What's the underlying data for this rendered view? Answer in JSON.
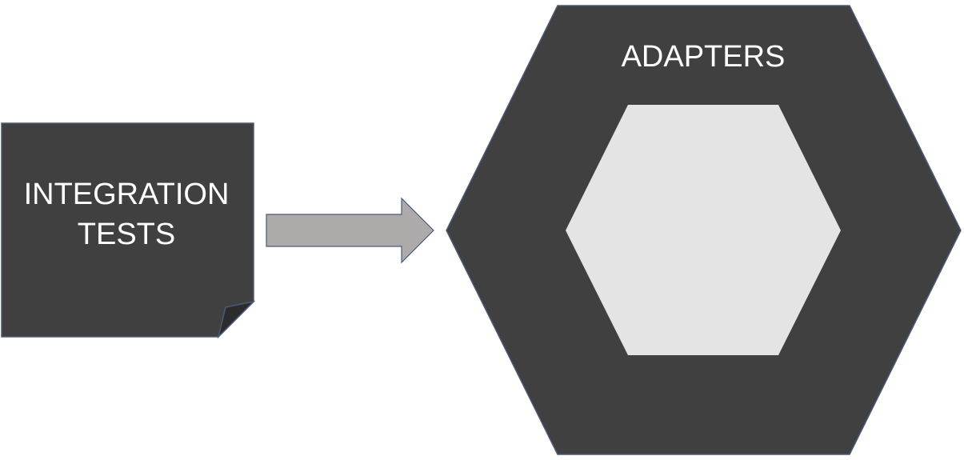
{
  "note": {
    "line1": "INTEGRATION",
    "line2": "TESTS"
  },
  "hexagon": {
    "outer_label": "ADAPTERS"
  },
  "colors": {
    "dark_fill": "#404040",
    "outline": "#4a5a7a",
    "arrow_fill": "#aeaaaa",
    "inner_fill": "#e4e4e4",
    "fold_fill": "#2b2b2b",
    "text": "#ffffff"
  }
}
